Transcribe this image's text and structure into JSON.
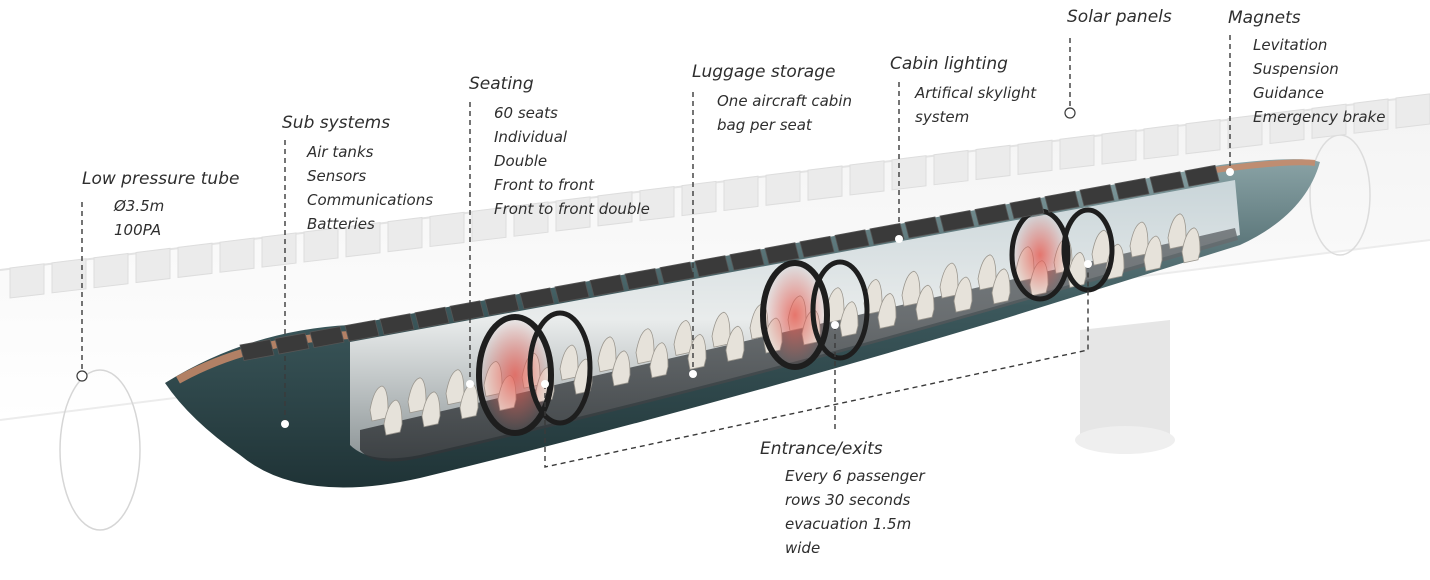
{
  "callouts": [
    {
      "id": "low-pressure-tube",
      "title": "Low pressure tube",
      "items": [
        "Ø3.5m",
        "100PA"
      ]
    },
    {
      "id": "sub-systems",
      "title": "Sub systems",
      "items": [
        "Air tanks",
        "Sensors",
        "Communications",
        "Batteries"
      ]
    },
    {
      "id": "seating",
      "title": "Seating",
      "items": [
        "60 seats",
        "Individual",
        "Double",
        "Front to front",
        "Front to front double"
      ]
    },
    {
      "id": "luggage-storage",
      "title": "Luggage storage",
      "items": [
        "One aircraft cabin",
        "bag per seat"
      ]
    },
    {
      "id": "cabin-lighting",
      "title": "Cabin lighting",
      "items": [
        "Artifical skylight",
        "system"
      ]
    },
    {
      "id": "solar-panels",
      "title": "Solar panels",
      "items": []
    },
    {
      "id": "magnets",
      "title": "Magnets",
      "items": [
        "Levitation",
        "Suspension",
        "Guidance",
        "Emergency brake"
      ]
    },
    {
      "id": "entrance-exits",
      "title": "Entrance/exits",
      "items": [
        "Every 6 passenger",
        "rows 30 seconds",
        "evacuation 1.5m",
        "wide"
      ]
    }
  ],
  "colors": {
    "hull_dark": "#2f4a4e",
    "hull_light": "#6f8c8f",
    "copper": "#c98a68",
    "solar": "#3a3a3a",
    "seat": "#e6e2da",
    "door_glow": "#d9483f",
    "tube": "#d8d8d8"
  }
}
